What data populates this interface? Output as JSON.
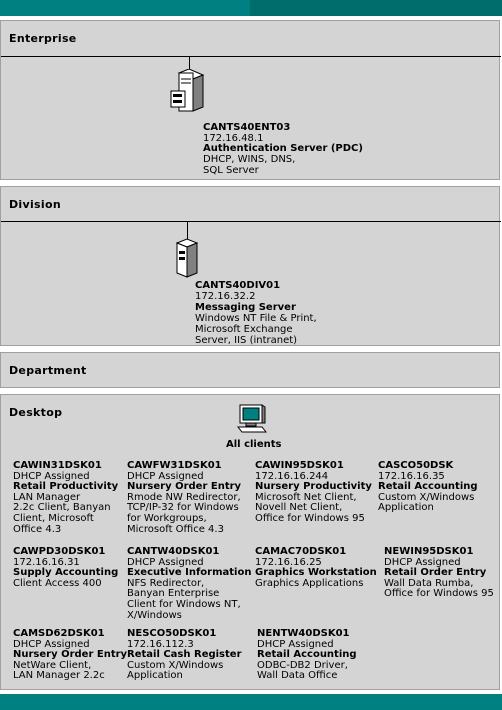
{
  "sections": {
    "enterprise": "Enterprise",
    "division": "Division",
    "department": "Department",
    "desktop": "Desktop"
  },
  "enterprise_server": {
    "name": "CANTS40ENT03",
    "ip": "172.16.48.1",
    "role": "Authentication Server (PDC)",
    "services": [
      "DHCP, WINS, DNS,",
      "SQL Server"
    ]
  },
  "division_server": {
    "name": "CANTS40DIV01",
    "ip": "172.16.32.2",
    "role": "Messaging Server",
    "services": [
      "Windows NT File & Print,",
      "Microsoft Exchange",
      "Server, IIS (intranet)"
    ]
  },
  "desktop_center_label": "All clients",
  "clients": [
    {
      "name": "CAWIN31DSK01",
      "addr": "DHCP Assigned",
      "role": "Retail Productivity",
      "details": [
        "LAN Manager",
        "2.2c Client, Banyan",
        "Client, Microsoft",
        "Office 4.3"
      ]
    },
    {
      "name": "CAWFW31DSK01",
      "addr": "DHCP Assigned",
      "role": "Nursery Order Entry",
      "details": [
        "Rmode NW Redirector,",
        "TCP/IP-32 for Windows",
        "for Workgroups,",
        "Microsoft Office 4.3"
      ]
    },
    {
      "name": "CAWIN95DSK01",
      "addr": "172.16.16.244",
      "role": "Nursery Productivity",
      "details": [
        "Microsoft Net Client,",
        "Novell Net Client,",
        "Office for Windows 95"
      ]
    },
    {
      "name": "CASCO50DSK",
      "addr": "172.16.16.35",
      "role": "Retail Accounting",
      "details": [
        "Custom X/Windows",
        "Application"
      ]
    },
    {
      "name": "CAWPD30DSK01",
      "addr": "172.16.16.31",
      "role": "Supply Accounting",
      "details": [
        "Client Access 400"
      ]
    },
    {
      "name": "CANTW40DSK01",
      "addr": "DHCP Assigned",
      "role": "Executive Information",
      "details": [
        "NFS Redirector,",
        "Banyan Enterprise",
        "Client for Windows NT,",
        "X/Windows"
      ]
    },
    {
      "name": "CAMAC70DSK01",
      "addr": "172.16.16.25",
      "role": "Graphics Workstation",
      "details": [
        "Graphics Applications"
      ]
    },
    {
      "name": "NEWIN95DSK01",
      "addr": "DHCP Assigned",
      "role": "Retail Order Entry",
      "details": [
        "Wall Data Rumba,",
        "Office for Windows 95"
      ]
    },
    {
      "name": "CAMSD62DSK01",
      "addr": "DHCP Assigned",
      "role": "Nursery Order Entry",
      "details": [
        "NetWare Client,",
        "LAN Manager 2.2c"
      ]
    },
    {
      "name": "NESCO50DSK01",
      "addr": "172.16.112.3",
      "role": "Retail Cash Register",
      "details": [
        "Custom X/Windows",
        "Application"
      ]
    },
    {
      "name": "NENTW40DSK01",
      "addr": "DHCP Assigned",
      "role": "Retail Accounting",
      "details": [
        "ODBC-DB2 Driver,",
        "Wall Data Office"
      ]
    }
  ],
  "colors": {
    "accent": "#008080",
    "band": "#d4d4d4",
    "outline": "#a0a0a0"
  },
  "icons": {
    "server": "server-tower-icon",
    "client": "desktop-computer-icon"
  }
}
